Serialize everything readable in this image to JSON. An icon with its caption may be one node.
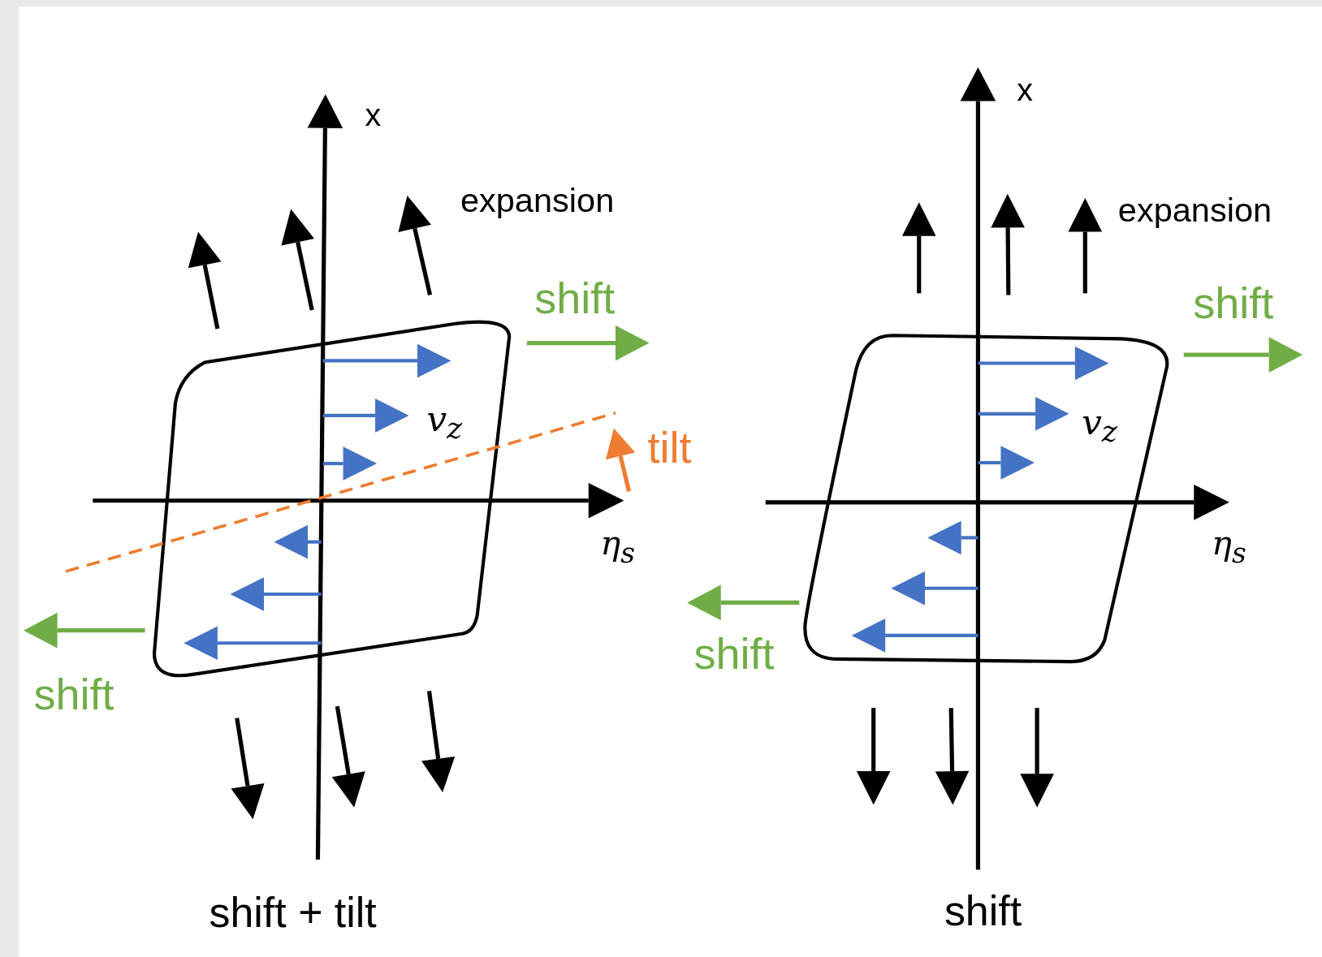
{
  "diagram": {
    "labels": [
      "x",
      "expansion",
      "shift",
      "v$_{z}$",
      "tilt",
      "η$_{s}$",
      "shift",
      "shift + tilt",
      "x",
      "expansion",
      "shift",
      "v$_{z}$",
      "η$_{s}$",
      "shift",
      "shift"
    ]
  }
}
